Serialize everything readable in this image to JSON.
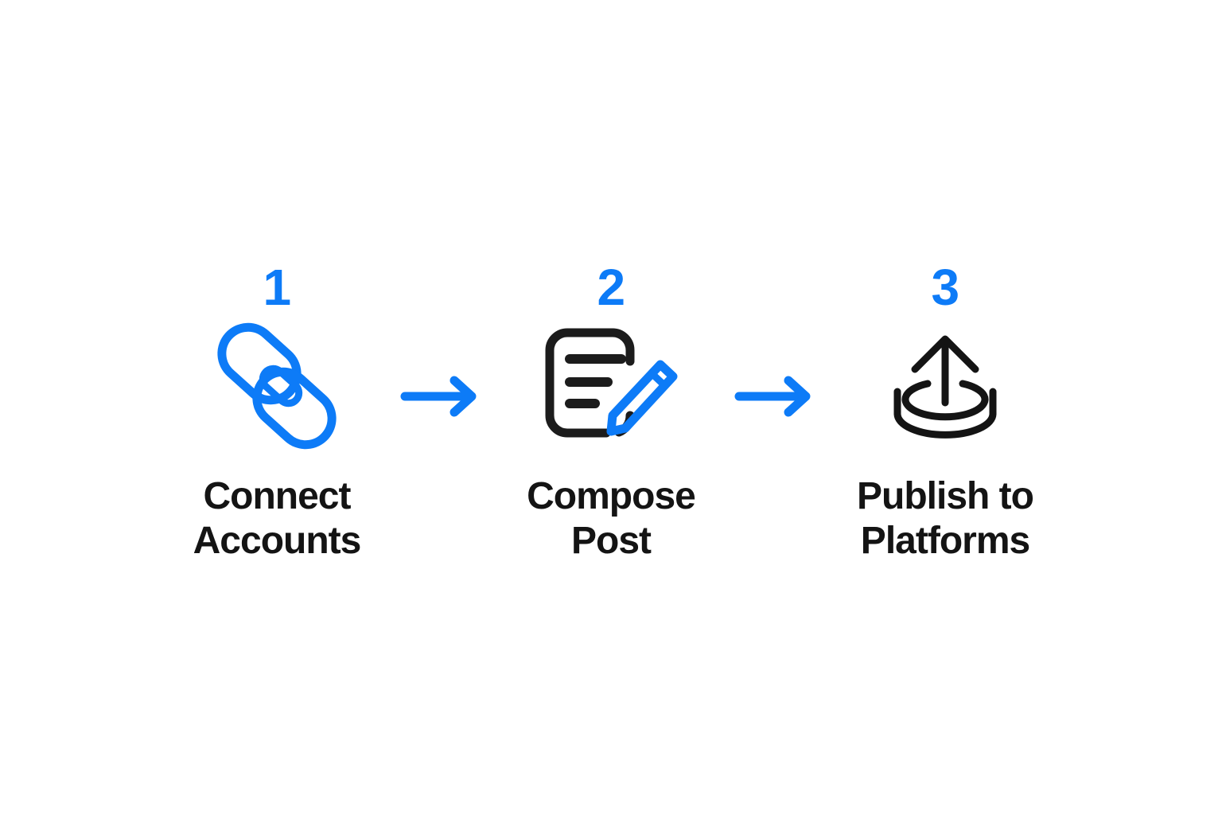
{
  "graphic": {
    "type": "three-step-process-flow",
    "background_color": "#ffffff",
    "accent_color": "#0d7bf7",
    "text_color": "#141414"
  },
  "steps": [
    {
      "number": "1",
      "label": "Connect\nAccounts",
      "icon": "link-chain-icon",
      "icon_color": "#0d7bf7"
    },
    {
      "number": "2",
      "label": "Compose\nPost",
      "icon": "document-pencil-icon",
      "icon_color": "#141414",
      "icon_accent_color": "#0d7bf7"
    },
    {
      "number": "3",
      "label": "Publish to\nPlatforms",
      "icon": "upload-cylinder-icon",
      "icon_color": "#141414"
    }
  ],
  "connectors": [
    {
      "icon": "arrow-right-icon",
      "color": "#0d7bf7"
    },
    {
      "icon": "arrow-right-icon",
      "color": "#0d7bf7"
    }
  ]
}
